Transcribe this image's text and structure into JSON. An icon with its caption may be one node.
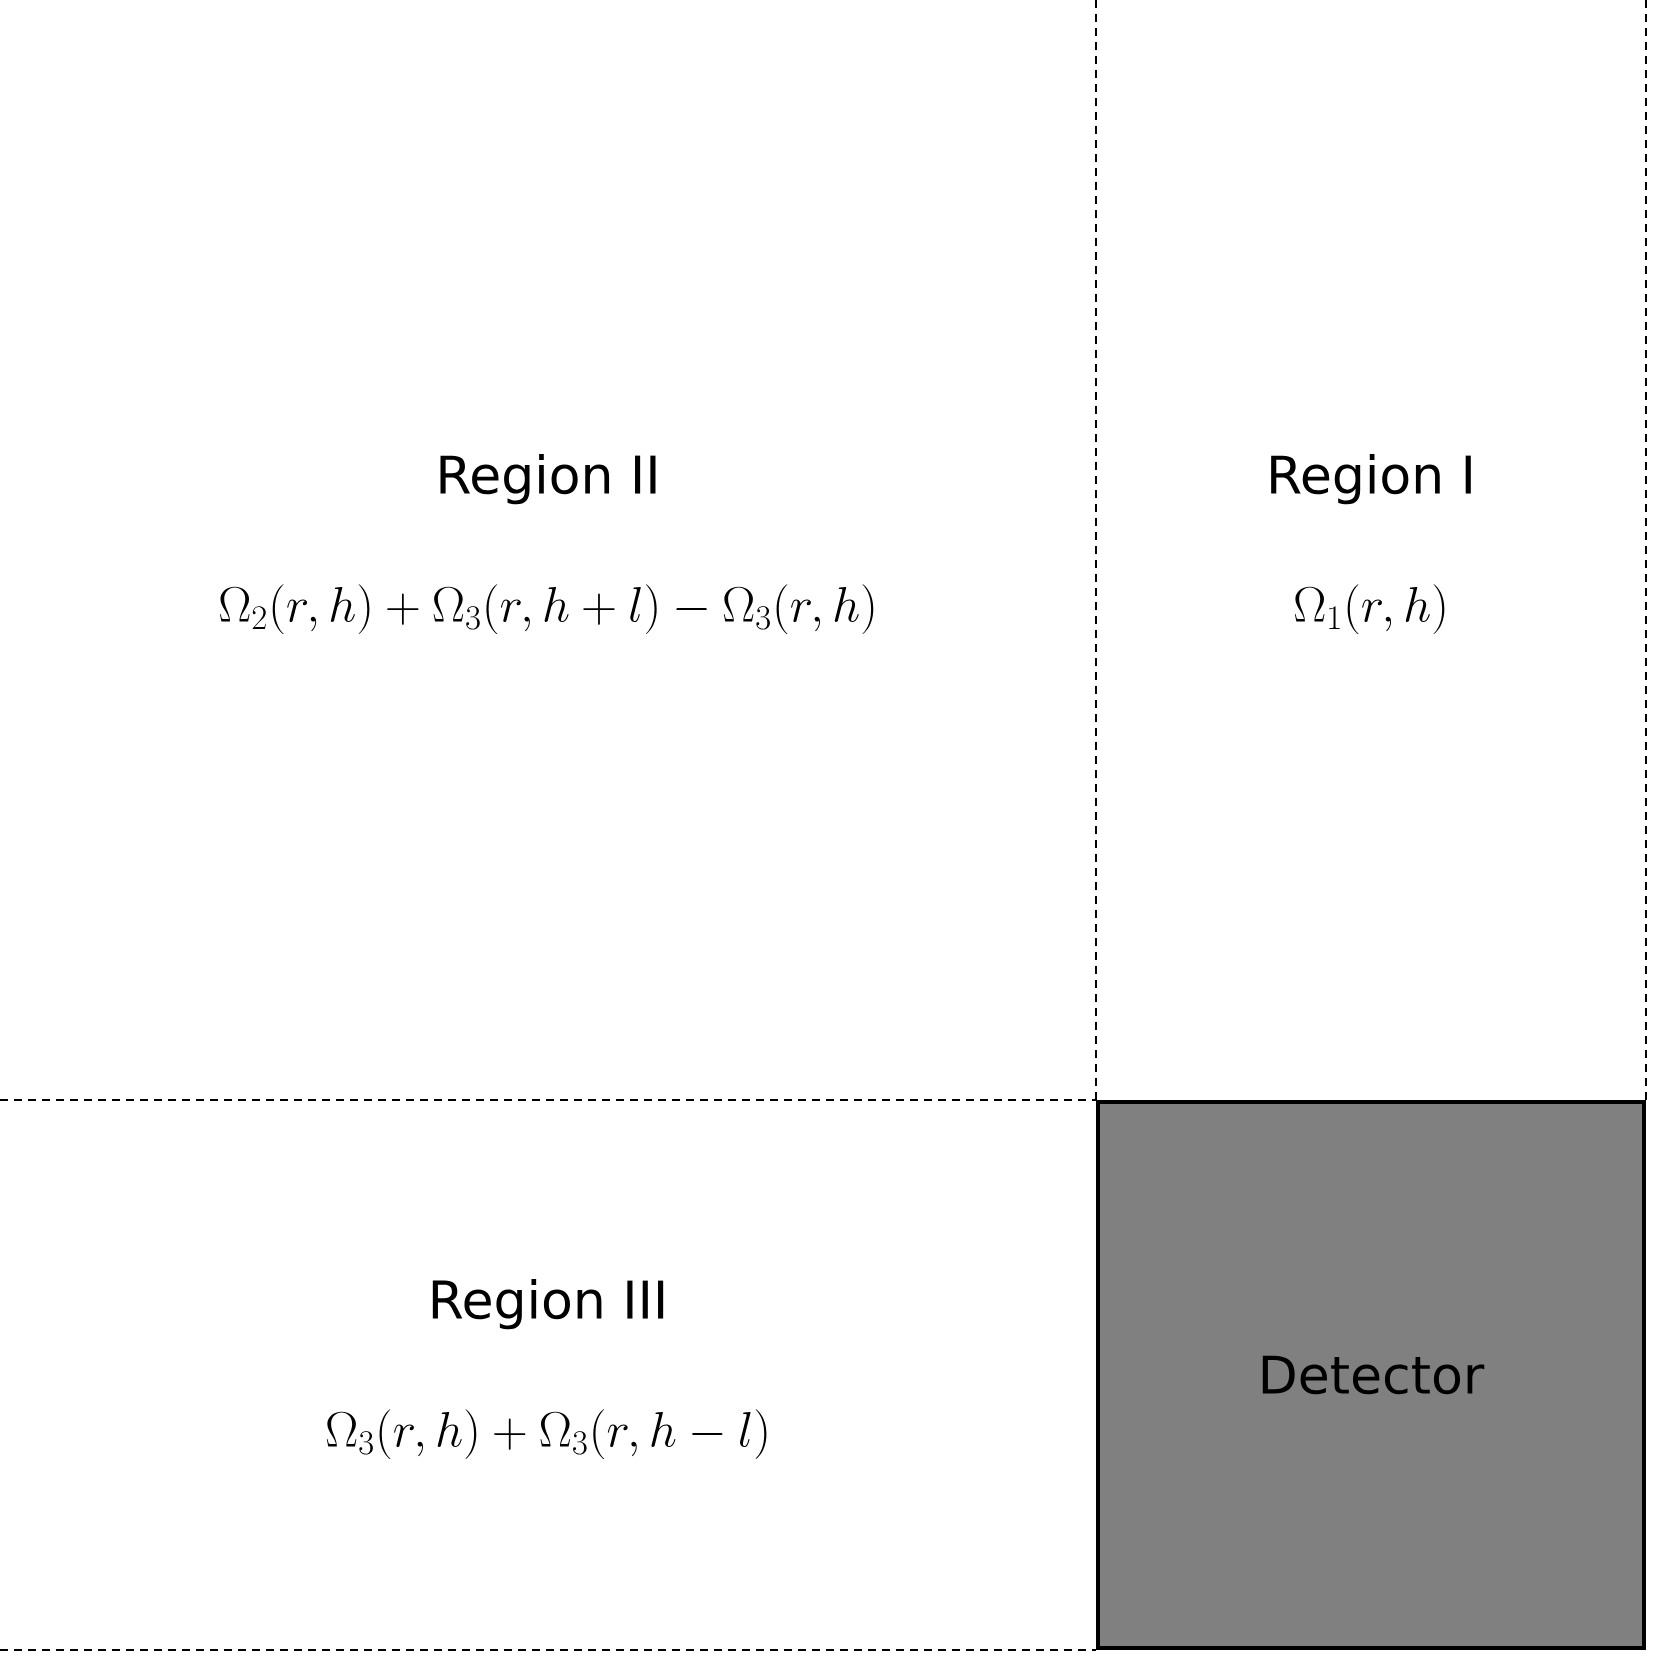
{
  "diagram": {
    "nodes": [
      {
        "text": [
          "Region II",
          "\\Omega_2(r,h) + \\Omega_3(r,h+l) - \\Omega_3(r,h)"
        ]
      },
      {
        "text": [
          "Region I",
          "\\Omega_1(r,h)"
        ]
      },
      {
        "text": [
          "Region III",
          "\\Omega_3(r,h) + \\Omega_3(r,h-l)"
        ]
      },
      {
        "text": [
          "Detector"
        ]
      }
    ]
  }
}
